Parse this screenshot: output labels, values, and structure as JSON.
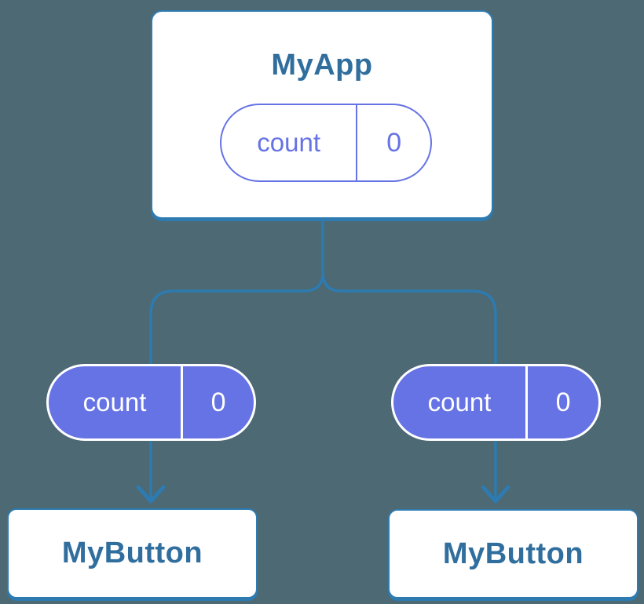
{
  "colors": {
    "background": "#4D6973",
    "connector": "#2D7BB0",
    "card_border": "#2D7BB0",
    "heading_text": "#306E9E",
    "pill_purple": "#6673E4",
    "pill_text_on_purple": "#FFFFFF",
    "card_background": "#FFFFFF"
  },
  "root_component": {
    "title": "MyApp",
    "state_pill": {
      "label": "count",
      "value": "0"
    }
  },
  "left_branch": {
    "prop_pill": {
      "label": "count",
      "value": "0"
    },
    "component": {
      "title": "MyButton"
    }
  },
  "right_branch": {
    "prop_pill": {
      "label": "count",
      "value": "0"
    },
    "component": {
      "title": "MyButton"
    }
  }
}
